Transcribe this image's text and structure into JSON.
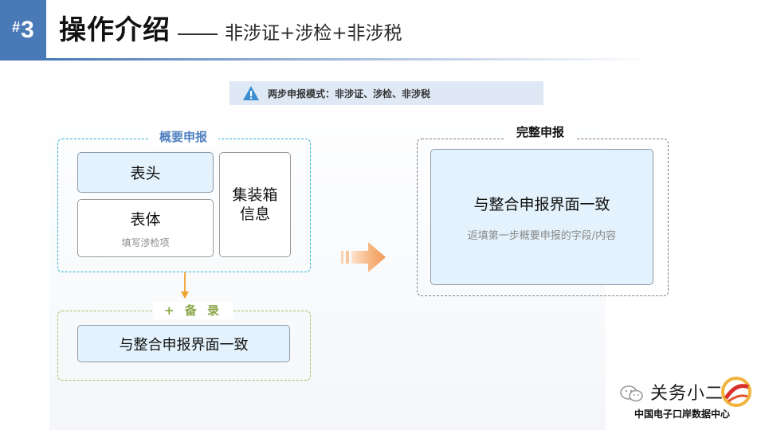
{
  "header": {
    "section_number": "3",
    "section_hash": "#",
    "title": "操作介绍",
    "subtitle": "非涉证+涉检+非涉税"
  },
  "notice": {
    "icon": "warning-triangle-icon",
    "text": "两步申报模式：非涉证、涉检、非涉税"
  },
  "summary_group": {
    "legend": "概要申报",
    "header_card": "表头",
    "body_card": {
      "label": "表体",
      "hint": "填写涉检项"
    },
    "container_card": {
      "line1": "集装箱",
      "line2": "信息"
    }
  },
  "record_group": {
    "legend": "+ 备 录",
    "card": "与整合申报界面一致"
  },
  "full_group": {
    "legend": "完整申报",
    "card_title": "与整合申报界面一致",
    "card_hint": "返填第一步概要申报的字段/内容"
  },
  "watermark": {
    "account_name": "关务小二",
    "org": "中国电子口岸数据中心"
  },
  "colors": {
    "primary_blue": "#4a79b7",
    "summary_dash": "#2fb4d6",
    "record_dash": "#a8c166",
    "arrow_orange": "#f4a766",
    "card_fill": "#e3f2fc",
    "warning_blue": "#3b8ed0"
  }
}
